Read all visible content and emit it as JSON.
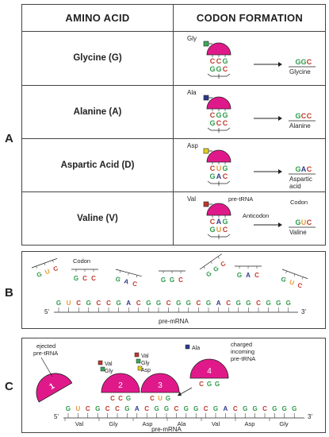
{
  "panel_labels": {
    "a": "A",
    "b": "B",
    "c": "C"
  },
  "table": {
    "headers": {
      "amino_acid": "AMINO ACID",
      "codon_formation": "CODON FORMATION"
    },
    "rows": [
      {
        "name": "Glycine (G)",
        "tag": "Gly",
        "tag_color": "#3aaa5c",
        "codon": [
          "G",
          "G",
          "C"
        ],
        "anticodon": [
          "C",
          "C",
          "G"
        ],
        "label": "Glycine"
      },
      {
        "name": "Alanine (A)",
        "tag": "Ala",
        "tag_color": "#2e3a8c",
        "codon": [
          "G",
          "C",
          "C"
        ],
        "anticodon": [
          "C",
          "G",
          "G"
        ],
        "label": "Alanine"
      },
      {
        "name": "Aspartic Acid (D)",
        "tag": "Asp",
        "tag_color": "#e8d21c",
        "codon": [
          "G",
          "A",
          "C"
        ],
        "anticodon": [
          "C",
          "U",
          "G"
        ],
        "label": "Aspartic",
        "label2": "acid"
      },
      {
        "name": "Valine (V)",
        "tag": "Val",
        "tag_color": "#c0392b",
        "codon": [
          "G",
          "U",
          "C"
        ],
        "anticodon": [
          "C",
          "A",
          "G"
        ],
        "label": "Valine",
        "pre_trna": "pre-tRNA",
        "anticodon_label": "Anticodon",
        "codon_label": "Codon"
      }
    ]
  },
  "panel_b": {
    "codon_label": "Codon",
    "mrna": [
      "G",
      "U",
      "C",
      "G",
      "C",
      "C",
      "G",
      "A",
      "C",
      "G",
      "G",
      "C",
      "G",
      "G",
      "C",
      "G",
      "A",
      "C",
      "G",
      "G",
      "C",
      "G",
      "G",
      "G"
    ],
    "five": "5'",
    "three": "3'",
    "strand_label": "pre-mRNA",
    "fragments": [
      [
        "G",
        "U",
        "C"
      ],
      [
        "G",
        "C",
        "C"
      ],
      [
        "G",
        "A",
        "C"
      ],
      [
        "G",
        "G",
        "C"
      ],
      [
        "G",
        "G",
        "C"
      ],
      [
        "G",
        "A",
        "C"
      ],
      [
        "G",
        "U",
        "C"
      ]
    ]
  },
  "panel_c": {
    "ejected": "ejected",
    "ejected2": "pre-tRNA",
    "charged": "charged",
    "incoming": "incoming",
    "incoming2": "pre-tRNA",
    "numbers": [
      "1",
      "2",
      "3",
      "4"
    ],
    "tags_2": [
      "Val",
      "Gly"
    ],
    "tags_3": [
      "Val",
      "Gly",
      "Asp"
    ],
    "tag_4": "Ala",
    "five": "5'",
    "three": "3'",
    "strand_label": "pre-mRNA",
    "mrna": [
      "G",
      "U",
      "C",
      "G",
      "C",
      "C",
      "G",
      "A",
      "C",
      "G",
      "G",
      "C",
      "G",
      "G",
      "C",
      "G",
      "A",
      "C",
      "G",
      "G",
      "C",
      "G",
      "G",
      "G"
    ],
    "aa_labels": [
      "Val",
      "Gly",
      "Asp",
      "Ala",
      "Val",
      "Asp",
      "Gly"
    ],
    "anti_2": [
      "C",
      "C",
      "G"
    ],
    "anti_3": [
      "C",
      "U",
      "G"
    ],
    "anti_4": [
      "C",
      "G",
      "G"
    ]
  },
  "colors": {
    "G": "#2e9a4a",
    "C": "#c0392b",
    "A": "#2e3a8c",
    "U": "#e59a3a",
    "trna": "#e0198a"
  }
}
